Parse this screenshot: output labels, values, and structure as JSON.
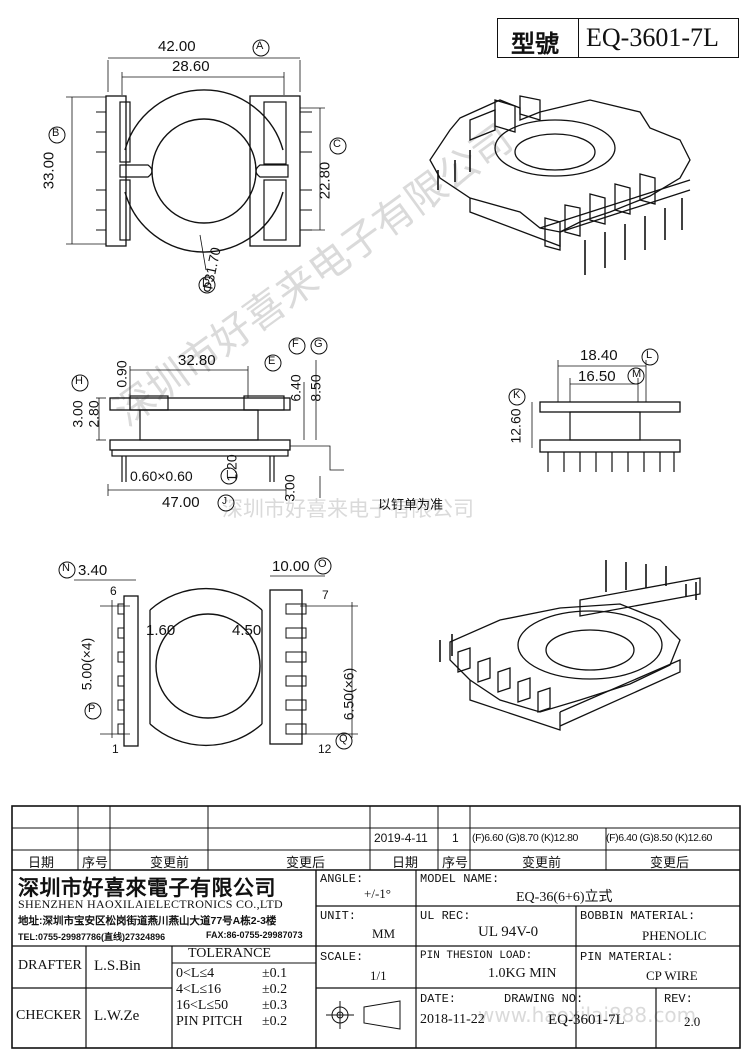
{
  "header": {
    "model_label": "型號",
    "model_value": "EQ-3601-7L"
  },
  "views": {
    "top": {
      "d_42": "42.00",
      "tag_a": "A",
      "d_2860": "28.60",
      "tag_b": "B",
      "d_33": "33.00",
      "tag_c": "C",
      "d_2280": "22.80",
      "d_phi": "Φ31.70",
      "tag_d": "D"
    },
    "side": {
      "d_090": "0.90",
      "d_3280": "32.80",
      "tag_e": "E",
      "tag_f": "F",
      "tag_g": "G",
      "d_640": "6.40",
      "d_850": "8.50",
      "tag_h": "H",
      "d_300": "3.00",
      "d_280": "2.80",
      "d_060": "0.60×0.60",
      "tag_i": "I",
      "d_120": "1.20",
      "d_300b": "3.00",
      "d_4700": "47.00",
      "tag_j": "J",
      "note": "以钉单为准"
    },
    "end": {
      "d_1840": "18.40",
      "tag_l": "L",
      "d_1650": "16.50",
      "tag_m": "M",
      "tag_k": "K",
      "d_1260": "12.60"
    },
    "bottom": {
      "tag_n": "N",
      "d_340": "3.40",
      "d_1000": "10.00",
      "tag_o": "O",
      "pin6": "6",
      "pin7": "7",
      "d_160": "1.60",
      "d_450": "4.50",
      "d_500": "5.00(×4)",
      "tag_p": "P",
      "d_650": "6.50(×6)",
      "tag_q": "Q",
      "pin1": "1",
      "pin12": "12"
    }
  },
  "revision": {
    "date": "2019-4-11",
    "seq": "1",
    "before": "(F)6.60 (G)8.70 (K)12.80",
    "after": "(F)6.40 (G)8.50 (K)12.60",
    "hdr_date": "日期",
    "hdr_seq": "序号",
    "hdr_before": "变更前",
    "hdr_after": "变更后",
    "hdr_date2": "日期",
    "hdr_seq2": "序号",
    "hdr_before2": "变更前",
    "hdr_after2": "变更后"
  },
  "company": {
    "name_cn": "深圳市好喜來電子有限公司",
    "name_en": "SHENZHEN HAOXILAIELECTRONICS CO.,LTD",
    "address": "地址:深圳市宝安区松岗街道燕川燕山大道77号A栋2-3楼",
    "tel": "TEL:0755-29987786(直线)27324896",
    "fax": "FAX:86-0755-29987073"
  },
  "title_block": {
    "angle_label": "ANGLE:",
    "angle_value": "+/-1°",
    "model_name_label": "MODEL NAME:",
    "model_name_value": "EQ-36(6+6)立式",
    "unit_label": "UNIT:",
    "unit_value": "MM",
    "ul_label": "UL REC:",
    "ul_value": "UL 94V-0",
    "bobbin_label": "BOBBIN MATERIAL:",
    "bobbin_value": "PHENOLIC",
    "scale_label": "SCALE:",
    "scale_value": "1/1",
    "pin_load_label": "PIN THESION LOAD:",
    "pin_load_value": "1.0KG MIN",
    "pin_mat_label": "PIN MATERIAL:",
    "pin_mat_value": "CP  WIRE",
    "date_label": "DATE:",
    "date_value": "2018-11-22",
    "drawing_label": "DRAWING NO:",
    "drawing_value": "EQ-3601-7L",
    "rev_label": "REV:",
    "rev_value": "2.0",
    "drafter_label": "DRAFTER",
    "drafter_value": "L.S.Bin",
    "checker_label": "CHECKER",
    "checker_value": "L.W.Ze",
    "tolerance_title": "TOLERANCE",
    "tolerance": [
      {
        "range": "0<L≤4",
        "value": "±0.1"
      },
      {
        "range": "4<L≤16",
        "value": "±0.2"
      },
      {
        "range": "16<L≤50",
        "value": "±0.3"
      },
      {
        "range": "PIN PITCH",
        "value": "±0.2"
      }
    ]
  },
  "watermarks": {
    "w1": "深圳市好喜来电子有限公司",
    "w2": "深圳市好喜来电子有限公司",
    "w3": "www.haoxilai888.com"
  }
}
